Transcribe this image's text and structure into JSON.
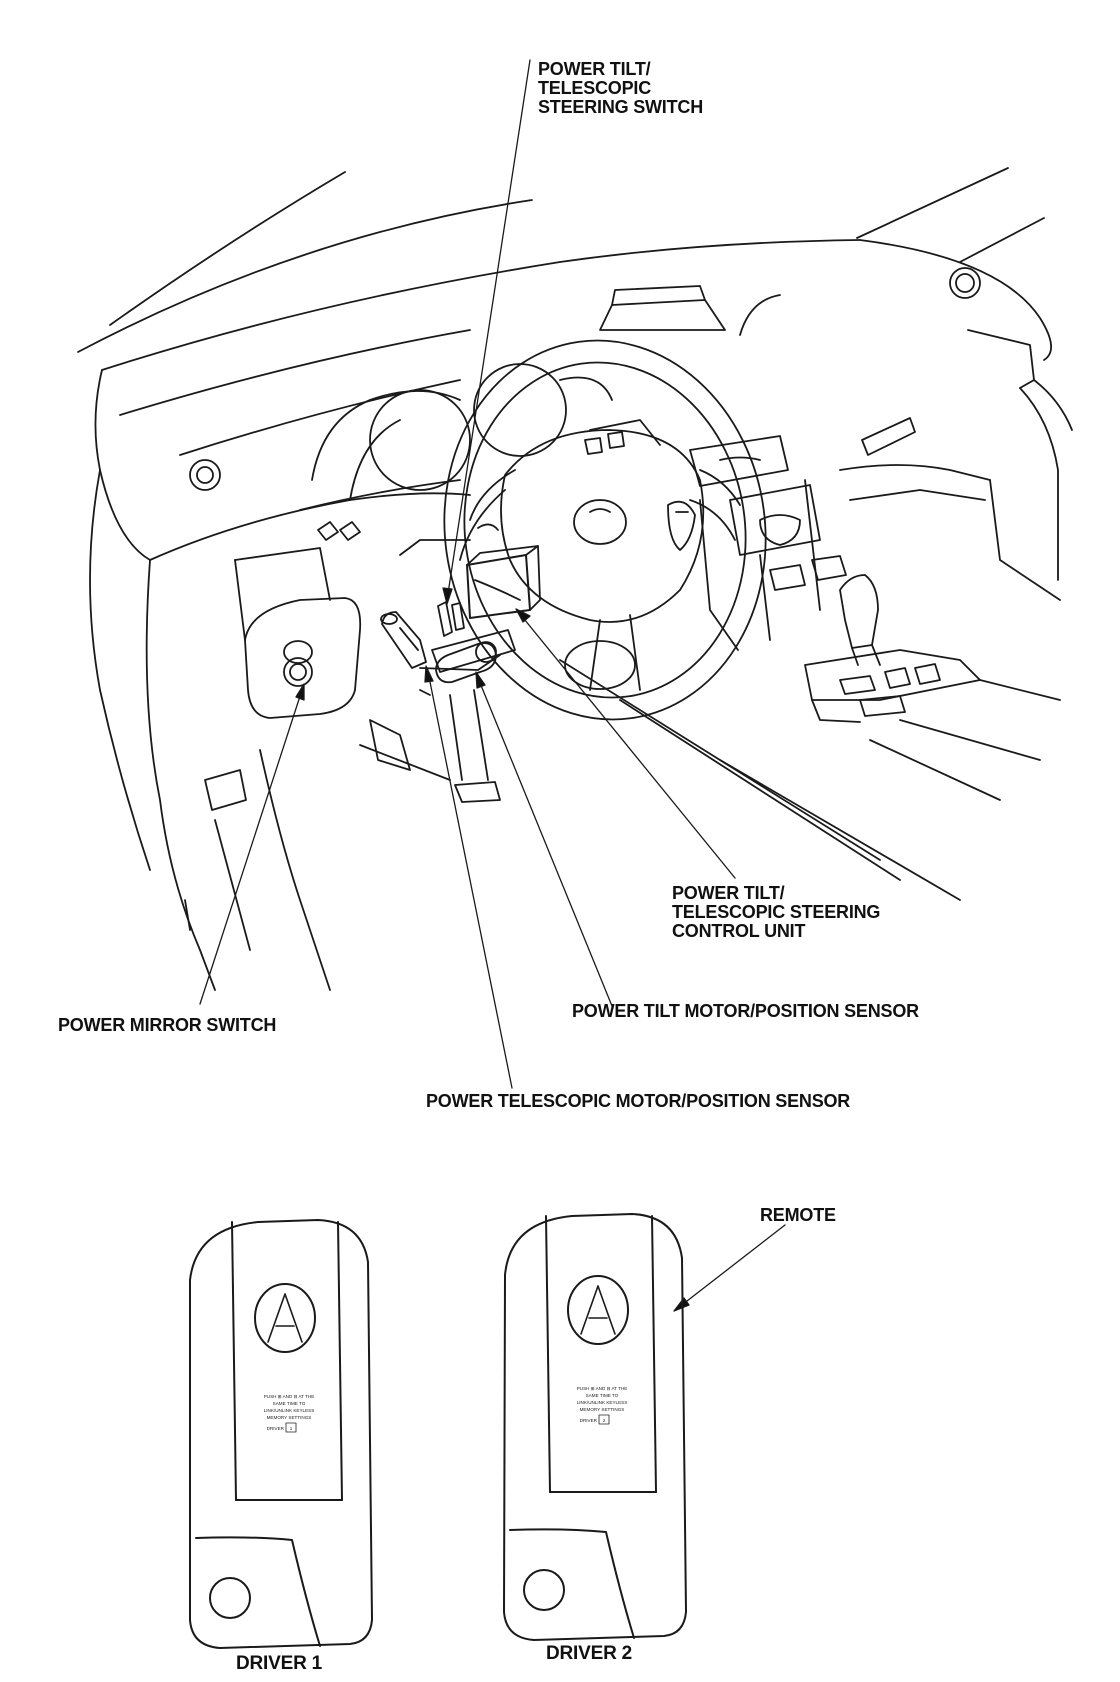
{
  "labels": {
    "tilt_switch": [
      "POWER TILT/",
      "TELESCOPIC",
      "STEERING SWITCH"
    ],
    "control_unit": [
      "POWER TILT/",
      "TELESCOPIC STEERING",
      "CONTROL UNIT"
    ],
    "tilt_motor": "POWER TILT MOTOR/POSITION SENSOR",
    "mirror_switch": "POWER MIRROR SWITCH",
    "telescopic_motor": "POWER TELESCOPIC MOTOR/POSITION SENSOR",
    "remote": "REMOTE"
  },
  "remotes": [
    {
      "caption": "DRIVER 1",
      "number": "1",
      "face_text": [
        "PUSH ⊞ AND ⊟ AT THE",
        "SAME TIME TO",
        "LINK/UNLINK KEYLESS",
        "MEMORY SETTINGS"
      ],
      "driver_word": "DRIVER"
    },
    {
      "caption": "DRIVER 2",
      "number": "2",
      "face_text": [
        "PUSH ⊞ AND ⊟ AT THE",
        "SAME TIME TO",
        "LINK/UNLINK KEYLESS",
        "MEMORY SETTINGS"
      ],
      "driver_word": "DRIVER"
    }
  ],
  "colors": {
    "ink": "#111111",
    "paper": "#ffffff"
  }
}
